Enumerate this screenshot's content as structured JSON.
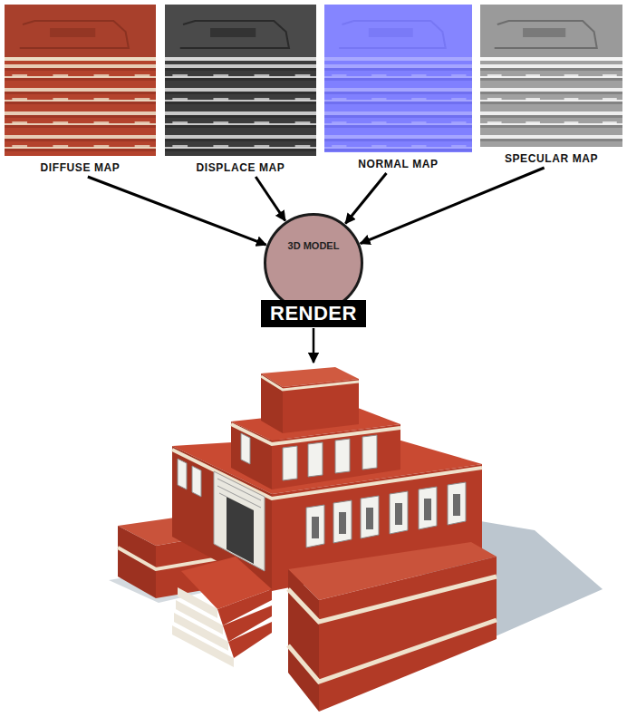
{
  "diagram": {
    "nodes": [
      {
        "text": [
          "DIFFUSE MAP"
        ]
      },
      {
        "text": [
          "DISPLACE MAP"
        ]
      },
      {
        "text": [
          "NORMAL MAP"
        ]
      },
      {
        "text": [
          "SPECULAR MAP"
        ]
      },
      {
        "text": [
          "3D MODEL"
        ]
      },
      {
        "text": [
          "RENDER"
        ]
      }
    ],
    "edges": [
      {
        "from": 0,
        "to": 4,
        "arrow": "to"
      },
      {
        "from": 1,
        "to": 4,
        "arrow": "to"
      },
      {
        "from": 2,
        "to": 4,
        "arrow": "to"
      },
      {
        "from": 3,
        "to": 4,
        "arrow": "to"
      }
    ]
  }
}
